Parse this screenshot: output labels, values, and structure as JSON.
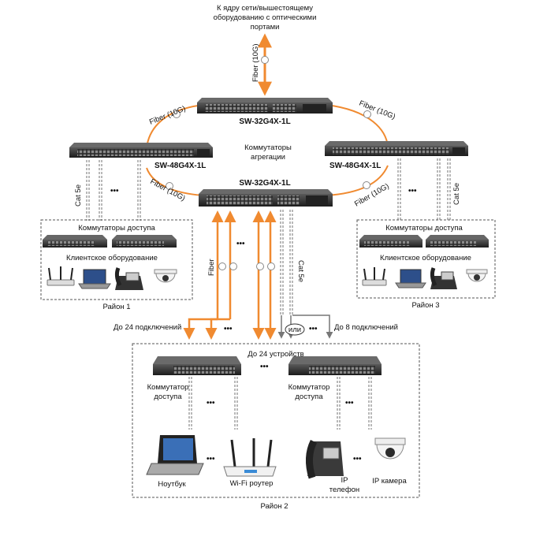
{
  "top": {
    "core_line1": "К ядру сети/вышестоящему",
    "core_line2": "оборудованию с оптическими",
    "core_line3": "портами",
    "fiber_uplink": "Fiber (10G)"
  },
  "switches": {
    "core": "SW-32G4X-1L",
    "left": "SW-48G4X-1L",
    "right": "SW-48G4X-1L",
    "mid": "SW-32G4X-1L"
  },
  "ring": {
    "fiber_tl": "Fiber (10G)",
    "fiber_tr": "Fiber (10G)",
    "fiber_bl": "Fiber (10G)",
    "fiber_br": "Fiber (10G)",
    "agg_line1": "Коммутаторы",
    "agg_line2": "агрегации"
  },
  "links": {
    "cat_left": "Cat 5e",
    "cat_right": "Cat 5e",
    "fiber_mid": "Fiber",
    "cat_mid": "Cat 5e",
    "or_label": "или",
    "ellipsis": "•••",
    "up_to_24": "До 24 подключений",
    "up_to_8": "До 8 подключений"
  },
  "district1": {
    "access_title": "Коммутаторы доступа",
    "client_title": "Клиентское оборудование",
    "name": "Район 1"
  },
  "district3": {
    "access_title": "Коммутаторы доступа",
    "client_title": "Клиентское оборудование",
    "name": "Район 3"
  },
  "district2": {
    "devices_title": "До 24 устройств",
    "access_left_l1": "Коммутатор",
    "access_left_l2": "доступа",
    "access_right_l1": "Коммутатор",
    "access_right_l2": "доступа",
    "laptop": "Ноутбук",
    "wifi": "Wi-Fi роутер",
    "phone_l1": "IP",
    "phone_l2": "телефон",
    "camera": "IP камера",
    "name": "Район 2"
  },
  "colors": {
    "fiber": "#f08a30",
    "cable": "#888888",
    "switch": "#2b2b2b"
  }
}
